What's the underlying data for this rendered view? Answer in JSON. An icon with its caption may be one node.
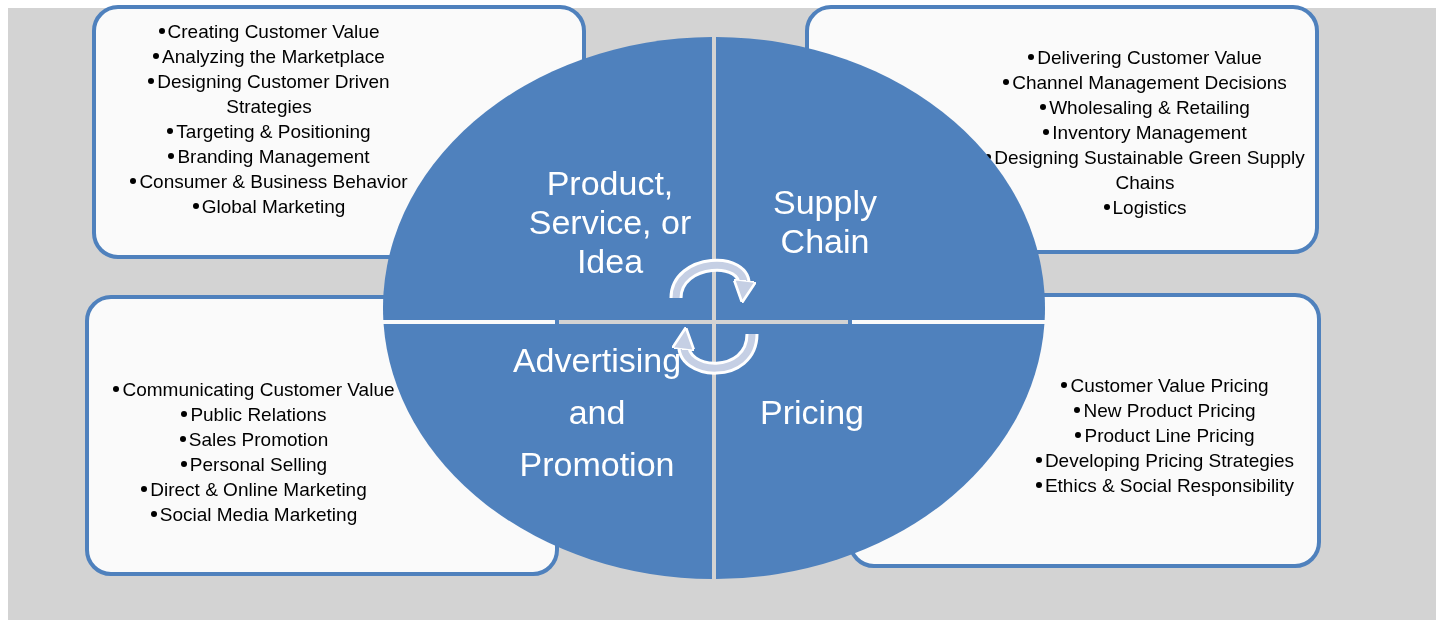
{
  "diagram": {
    "nodes": [
      {
        "text": [
          "Product, Service, or Idea"
        ]
      },
      {
        "text": [
          "Supply Chain"
        ]
      },
      {
        "text": [
          "Advertising and Promotion"
        ]
      },
      {
        "text": [
          "Pricing"
        ]
      },
      {
        "text": [
          "Creating Customer Value",
          "Analyzing the Marketplace",
          "Designing Customer Driven Strategies",
          "Targeting & Positioning",
          "Branding Management",
          "Consumer & Business Behavior",
          "Global Marketing"
        ]
      },
      {
        "text": [
          "Delivering Customer Value",
          "Channel Management Decisions",
          "Wholesaling & Retailing",
          "Inventory Management",
          "Designing Sustainable Green Supply Chains",
          "Logistics"
        ]
      },
      {
        "text": [
          "Communicating Customer Value",
          "Public Relations",
          "Sales Promotion",
          "Personal Selling",
          "Direct & Online Marketing",
          "Social Media Marketing"
        ]
      },
      {
        "text": [
          "Customer Value Pricing",
          "New Product Pricing",
          "Product Line Pricing",
          "Developing Pricing Strategies",
          "Ethics & Social Responsibility"
        ]
      }
    ],
    "edges": [
      {
        "from": 0,
        "to": 1,
        "arrow": "to"
      },
      {
        "from": 3,
        "to": 2,
        "arrow": "to"
      }
    ]
  }
}
